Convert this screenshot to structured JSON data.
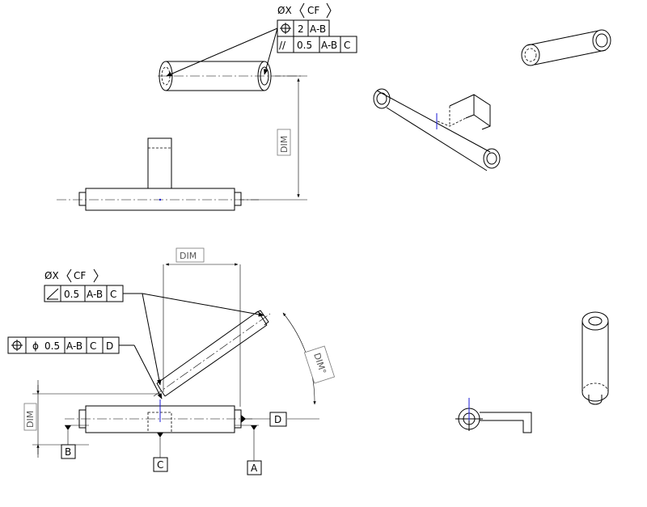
{
  "view_top": {
    "diameter_label": "ØX",
    "cf_label": "CF",
    "fcf_row1": {
      "value": "2",
      "datum": "A-B"
    },
    "fcf_row2": {
      "symbol": "//",
      "value": "0.5",
      "datum1": "A-B",
      "datum2": "C"
    },
    "dim_label": "DIM"
  },
  "view_bottom": {
    "dim_top_label": "DIM",
    "dim_left_label": "DIM",
    "angle_label": "DIM°",
    "diameter_label": "ØX",
    "cf_label": "CF",
    "fcf_angularity": {
      "value": "0.5",
      "datum1": "A-B",
      "datum2": "C"
    },
    "fcf_position": {
      "diameter_symbol": "ϕ",
      "value": "0.5",
      "datum1": "A-B",
      "datum2": "C",
      "datum3": "D"
    },
    "datums": {
      "a": "A",
      "b": "B",
      "c": "C",
      "d": "D"
    }
  }
}
